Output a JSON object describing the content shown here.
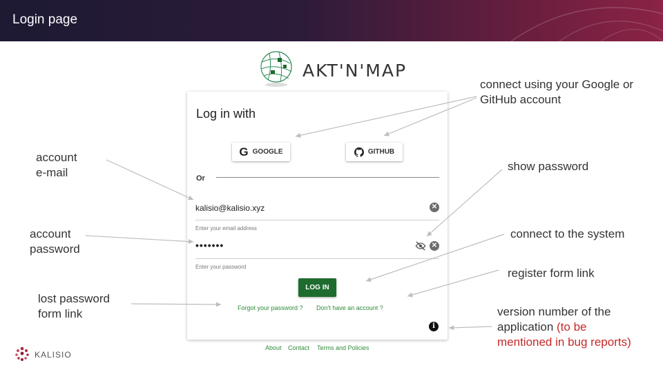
{
  "banner": {
    "title": "Login page"
  },
  "brand": {
    "name": "AKT'N'MAP"
  },
  "login_card": {
    "title": "Log in with",
    "google_label": "GOOGLE",
    "github_label": "GITHUB",
    "or_label": "Or",
    "email": {
      "value": "kalisio@kalisio.xyz",
      "hint": "Enter your email address"
    },
    "password": {
      "masked_value": "•••••••",
      "hint": "Enter your password"
    },
    "login_label": "LOG IN",
    "forgot_link": "Forgot your password ?",
    "register_link": "Don't have an account ?"
  },
  "footer": {
    "about": "About",
    "contact": "Contact",
    "terms": "Terms and Policies"
  },
  "company": {
    "name": "KALISIO"
  },
  "annotations": {
    "oauth": [
      "connect using your Google or",
      "GitHub account"
    ],
    "email": [
      "account",
      "e-mail"
    ],
    "password": [
      "account",
      "password"
    ],
    "show_password": "show password",
    "connect": "connect to the system",
    "register": "register form link",
    "lost_password": [
      "lost password",
      "form link"
    ],
    "version": [
      "version number of the",
      "application",
      "(to be",
      "mentioned in bug reports)"
    ]
  },
  "colors": {
    "accent_green": "#1e6b2e",
    "link_green": "#2f8b3a",
    "note_red": "#c62828"
  },
  "icons": [
    "google-icon",
    "github-icon",
    "eye-off-icon",
    "clear-icon",
    "info-icon",
    "brand-globe-logo",
    "kalisio-logo"
  ]
}
